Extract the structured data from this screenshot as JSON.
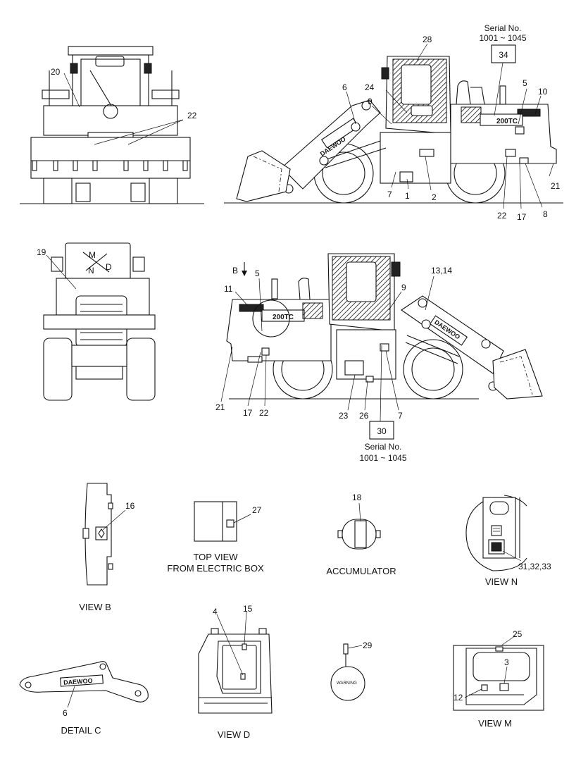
{
  "captions": {
    "view_b": "VIEW B",
    "view_d": "VIEW D",
    "view_m": "VIEW M",
    "view_n": "VIEW N",
    "detail_c": "DETAIL C",
    "top_view_1": "TOP VIEW",
    "top_view_2": "FROM ELECTRIC BOX",
    "accumulator": "ACCUMULATOR"
  },
  "serial_top": {
    "label": "Serial No.",
    "range": "1001 ~ 1045",
    "box": "34"
  },
  "serial_bottom": {
    "label": "Serial No.",
    "range": "1001 ~ 1045",
    "box": "30"
  },
  "brand": "DAEWOO",
  "model_badge": "200TC",
  "warning_text": "WARNING",
  "view_letters": {
    "b_arrow": "B",
    "m": "M",
    "n": "N",
    "d": "D"
  },
  "callouts": {
    "c1": "1",
    "c2": "2",
    "c3": "3",
    "c4": "4",
    "c5": "5",
    "c6": "6",
    "c7": "7",
    "c8": "8",
    "c9": "9",
    "c10": "10",
    "c11": "11",
    "c12": "12",
    "c13_14": "13,14",
    "c15": "15",
    "c16": "16",
    "c17": "17",
    "c18": "18",
    "c19": "19",
    "c20": "20",
    "c21": "21",
    "c22": "22",
    "c23": "23",
    "c24": "24",
    "c25": "25",
    "c26": "26",
    "c27": "27",
    "c28": "28",
    "c29": "29",
    "c31_33": "31,32,33"
  }
}
